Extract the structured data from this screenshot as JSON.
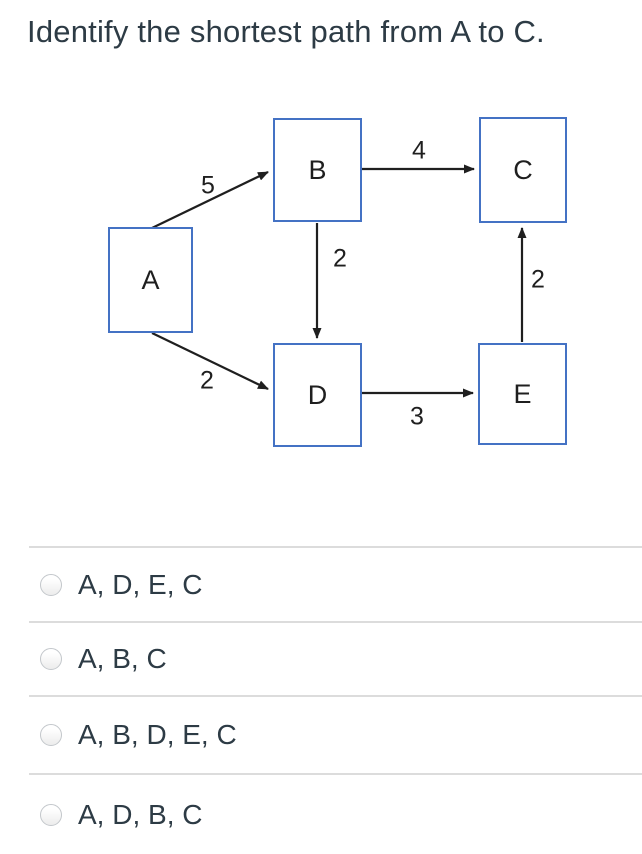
{
  "title": "Identify the shortest path from A to C.",
  "diagram": {
    "type": "directed-weighted-graph",
    "nodes": [
      {
        "id": "A",
        "label": "A"
      },
      {
        "id": "B",
        "label": "B"
      },
      {
        "id": "C",
        "label": "C"
      },
      {
        "id": "D",
        "label": "D"
      },
      {
        "id": "E",
        "label": "E"
      }
    ],
    "edges": [
      {
        "from": "A",
        "to": "B",
        "weight": "5"
      },
      {
        "from": "A",
        "to": "D",
        "weight": "2"
      },
      {
        "from": "B",
        "to": "C",
        "weight": "4"
      },
      {
        "from": "B",
        "to": "D",
        "weight": "2"
      },
      {
        "from": "D",
        "to": "E",
        "weight": "3"
      },
      {
        "from": "E",
        "to": "C",
        "weight": "2"
      }
    ],
    "colors": {
      "node_border": "#4472c4",
      "arrow": "#1f1f1f",
      "node_text": "#1f1f1f"
    }
  },
  "question": {
    "options": [
      {
        "label": "A, D, E, C",
        "selected": false
      },
      {
        "label": "A, B, C",
        "selected": false
      },
      {
        "label": "A, B, D, E, C",
        "selected": false
      },
      {
        "label": "A, D, B, C",
        "selected": false
      }
    ]
  },
  "colors": {
    "text": "#2d3b45",
    "divider": "#dcdcdc"
  }
}
